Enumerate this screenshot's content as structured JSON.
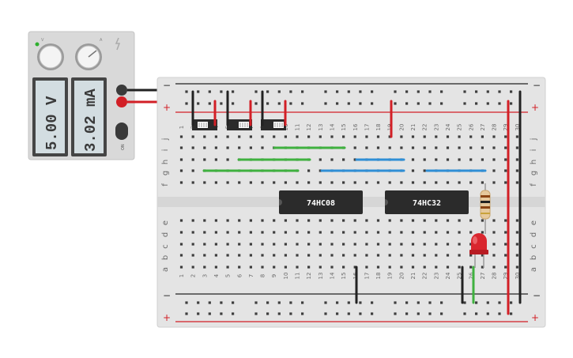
{
  "power_supply": {
    "voltage_display": "5.00 V",
    "current_display": "3.02 mA",
    "voltage_knob_label": "V",
    "current_knob_label": "A",
    "on_label": "ON"
  },
  "breadboard": {
    "row_letters_top": [
      "j",
      "i",
      "h",
      "g",
      "f"
    ],
    "row_letters_bottom": [
      "e",
      "d",
      "c",
      "b",
      "a"
    ],
    "column_numbers": [
      "1",
      "2",
      "3",
      "4",
      "5",
      "6",
      "7",
      "8",
      "9",
      "10",
      "11",
      "12",
      "13",
      "14",
      "15",
      "16",
      "17",
      "18",
      "19",
      "20",
      "21",
      "22",
      "23",
      "24",
      "25",
      "26",
      "27",
      "28",
      "29",
      "30"
    ],
    "rail_minus": "−",
    "rail_plus": "+"
  },
  "chips": [
    {
      "label": "74HC08"
    },
    {
      "label": "74HC32"
    }
  ],
  "colors": {
    "wire_red": "#d21f26",
    "wire_black": "#222222",
    "wire_green": "#3fb13f",
    "wire_blue": "#2f8fd6",
    "led_red": "#d9262e",
    "chip_body": "#2b2b2b"
  }
}
